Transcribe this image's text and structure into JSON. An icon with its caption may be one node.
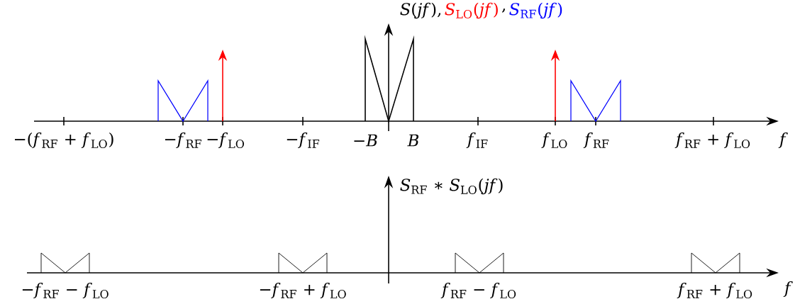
{
  "diagram": {
    "labels": [
      "*S*(*jf*),",
      "*S*$_{LO}$(*jf*)",
      ",",
      "*S*$_{RF}$(*jf*)",
      "−(*f*$_{RF}$ + *f*$_{LO}$)",
      "−*f*$_{RF}$",
      "−*f*$_{LO}$",
      "−*f*$_{IF}$",
      "−*B*",
      "*B*",
      "*f*$_{IF}$",
      "*f*$_{LO}$",
      "*f*$_{RF}$",
      "*f*$_{RF}$ + *f*$_{LO}$",
      "*f*",
      "*S*$_{RF}$ ∗ *S*$_{LO}$(*jf*)",
      "−*f*$_{RF}$ − *f*$_{LO}$",
      "−*f*$_{RF}$ + *f*$_{LO}$",
      "*f*$_{RF}$ − *f*$_{LO}$",
      "*f*$_{RF}$ + *f*$_{LO}$",
      "*f*"
    ]
  }
}
